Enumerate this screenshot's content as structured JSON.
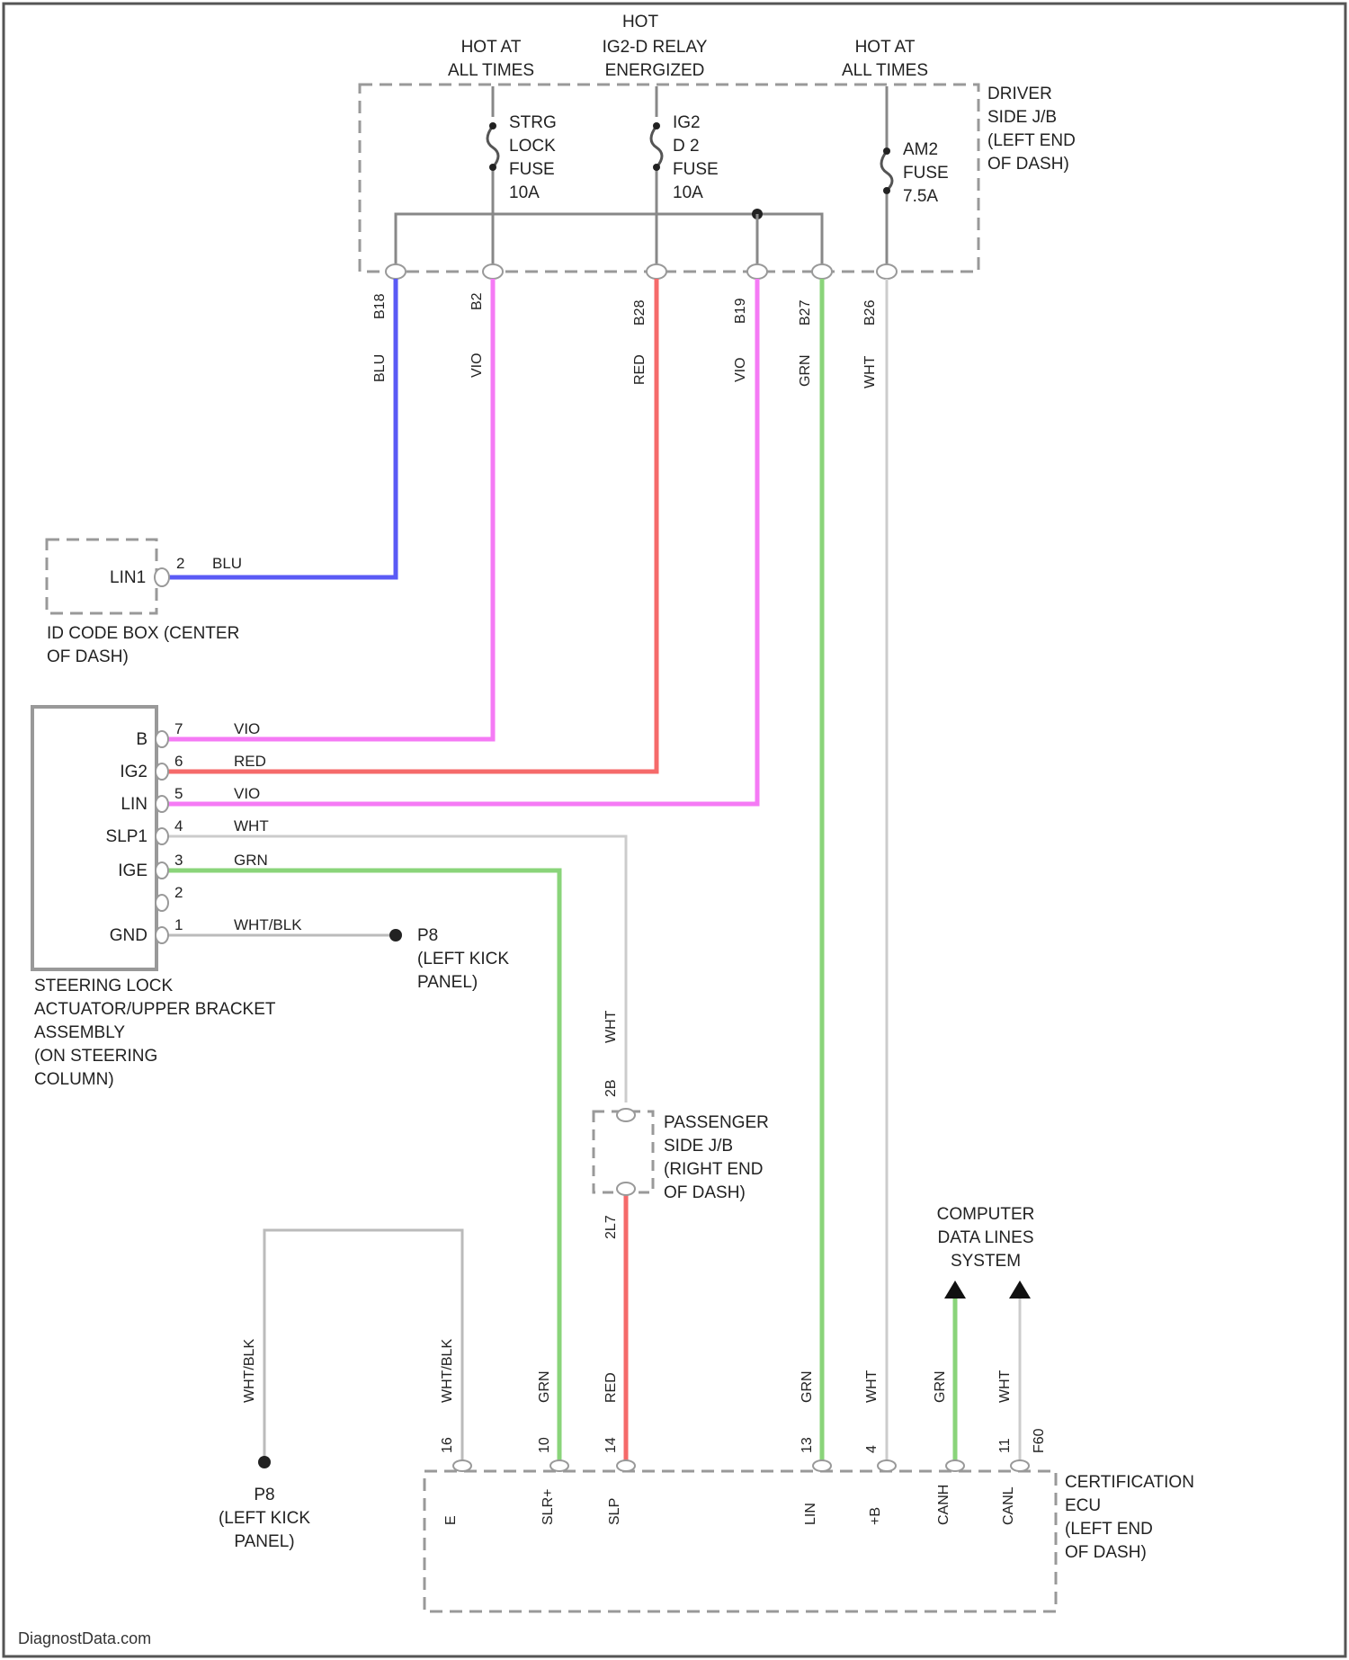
{
  "colors": {
    "BLU": "#5a5af5",
    "VIO": "#f57af5",
    "RED": "#f56a6a",
    "GRN": "#8ad47a",
    "WHT": "#cccccc",
    "WHT/BLK": "#bbbbbb",
    "frame": "#555555",
    "dash": "#999999"
  },
  "header": {
    "hot_left": [
      "HOT AT",
      "ALL TIMES"
    ],
    "hot_mid": [
      "HOT",
      "IG2-D RELAY",
      "ENERGIZED"
    ],
    "hot_right": [
      "HOT AT",
      "ALL TIMES"
    ]
  },
  "driver_jb": {
    "label": [
      "DRIVER",
      "SIDE J/B",
      "(LEFT END",
      "OF DASH)"
    ],
    "fuse_strg": [
      "STRG",
      "LOCK",
      "FUSE",
      "10A"
    ],
    "fuse_ig2": [
      "IG2",
      "D 2",
      "FUSE",
      "10A"
    ],
    "fuse_am2": [
      "AM2",
      "FUSE",
      "7.5A"
    ],
    "pins": [
      {
        "pin": "B18",
        "wire": "BLU"
      },
      {
        "pin": "B2",
        "wire": "VIO"
      },
      {
        "pin": "B28",
        "wire": "RED"
      },
      {
        "pin": "B19",
        "wire": "VIO"
      },
      {
        "pin": "B27",
        "wire": "GRN"
      },
      {
        "pin": "B26",
        "wire": "WHT"
      }
    ]
  },
  "id_code_box": {
    "label": [
      "ID CODE BOX (CENTER",
      "OF DASH)"
    ],
    "terminal": "LIN1",
    "pin": "2",
    "wire": "BLU"
  },
  "steering_lock": {
    "label": [
      "STEERING LOCK",
      "ACTUATOR/UPPER BRACKET",
      "ASSEMBLY",
      "(ON STEERING",
      "COLUMN)"
    ],
    "rows": [
      {
        "term": "B",
        "pin": "7",
        "wire": "VIO"
      },
      {
        "term": "IG2",
        "pin": "6",
        "wire": "RED"
      },
      {
        "term": "LIN",
        "pin": "5",
        "wire": "VIO"
      },
      {
        "term": "SLP1",
        "pin": "4",
        "wire": "WHT"
      },
      {
        "term": "IGE",
        "pin": "3",
        "wire": "GRN"
      },
      {
        "term": "",
        "pin": "2",
        "wire": ""
      },
      {
        "term": "GND",
        "pin": "1",
        "wire": "WHT/BLK"
      }
    ],
    "ground": [
      "P8",
      "(LEFT KICK",
      "PANEL)"
    ]
  },
  "passenger_jb": {
    "label": [
      "PASSENGER",
      "SIDE J/B",
      "(RIGHT END",
      "OF DASH)"
    ],
    "top_pin": "2B",
    "top_wire": "WHT",
    "bottom_pin": "2L7"
  },
  "computer_data": {
    "label": [
      "COMPUTER",
      "DATA LINES",
      "SYSTEM"
    ]
  },
  "ground_bottom": [
    "P8",
    "(LEFT KICK",
    "PANEL)"
  ],
  "certification_ecu": {
    "label": [
      "CERTIFICATION",
      "ECU",
      "(LEFT END",
      "OF DASH)"
    ],
    "extra_label": "F60",
    "wires": [
      {
        "wire": "WHT/BLK",
        "pin": "16",
        "term": "E"
      },
      {
        "wire": "WHT/BLK",
        "pin": "",
        "term": ""
      },
      {
        "wire": "GRN",
        "pin": "10",
        "term": "SLR+"
      },
      {
        "wire": "RED",
        "pin": "14",
        "term": "SLP"
      },
      {
        "wire": "GRN",
        "pin": "13",
        "term": "LIN"
      },
      {
        "wire": "WHT",
        "pin": "4",
        "term": "+B"
      },
      {
        "wire": "GRN",
        "pin": "",
        "term": "CANH"
      },
      {
        "wire": "WHT",
        "pin": "11",
        "term": "CANL"
      }
    ]
  },
  "watermark": "DiagnostData.com"
}
